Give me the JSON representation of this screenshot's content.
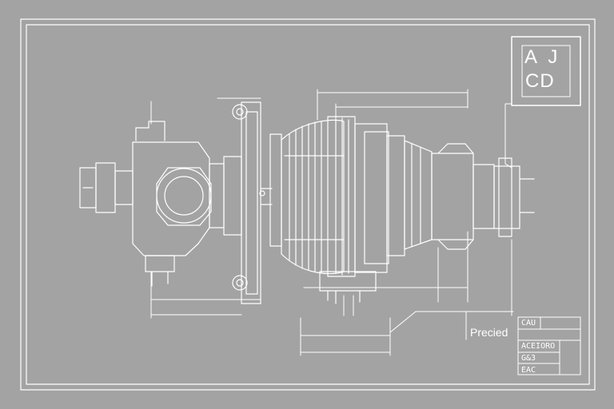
{
  "colors": {
    "paper": "#a3a3a3",
    "line": "#ffffff"
  },
  "mark": {
    "line1": "A J",
    "line2": "CD"
  },
  "callout_label": "Precied",
  "title_block": {
    "rows": [
      "CAU",
      "ACEIORO",
      "G&3",
      "EAC"
    ]
  }
}
